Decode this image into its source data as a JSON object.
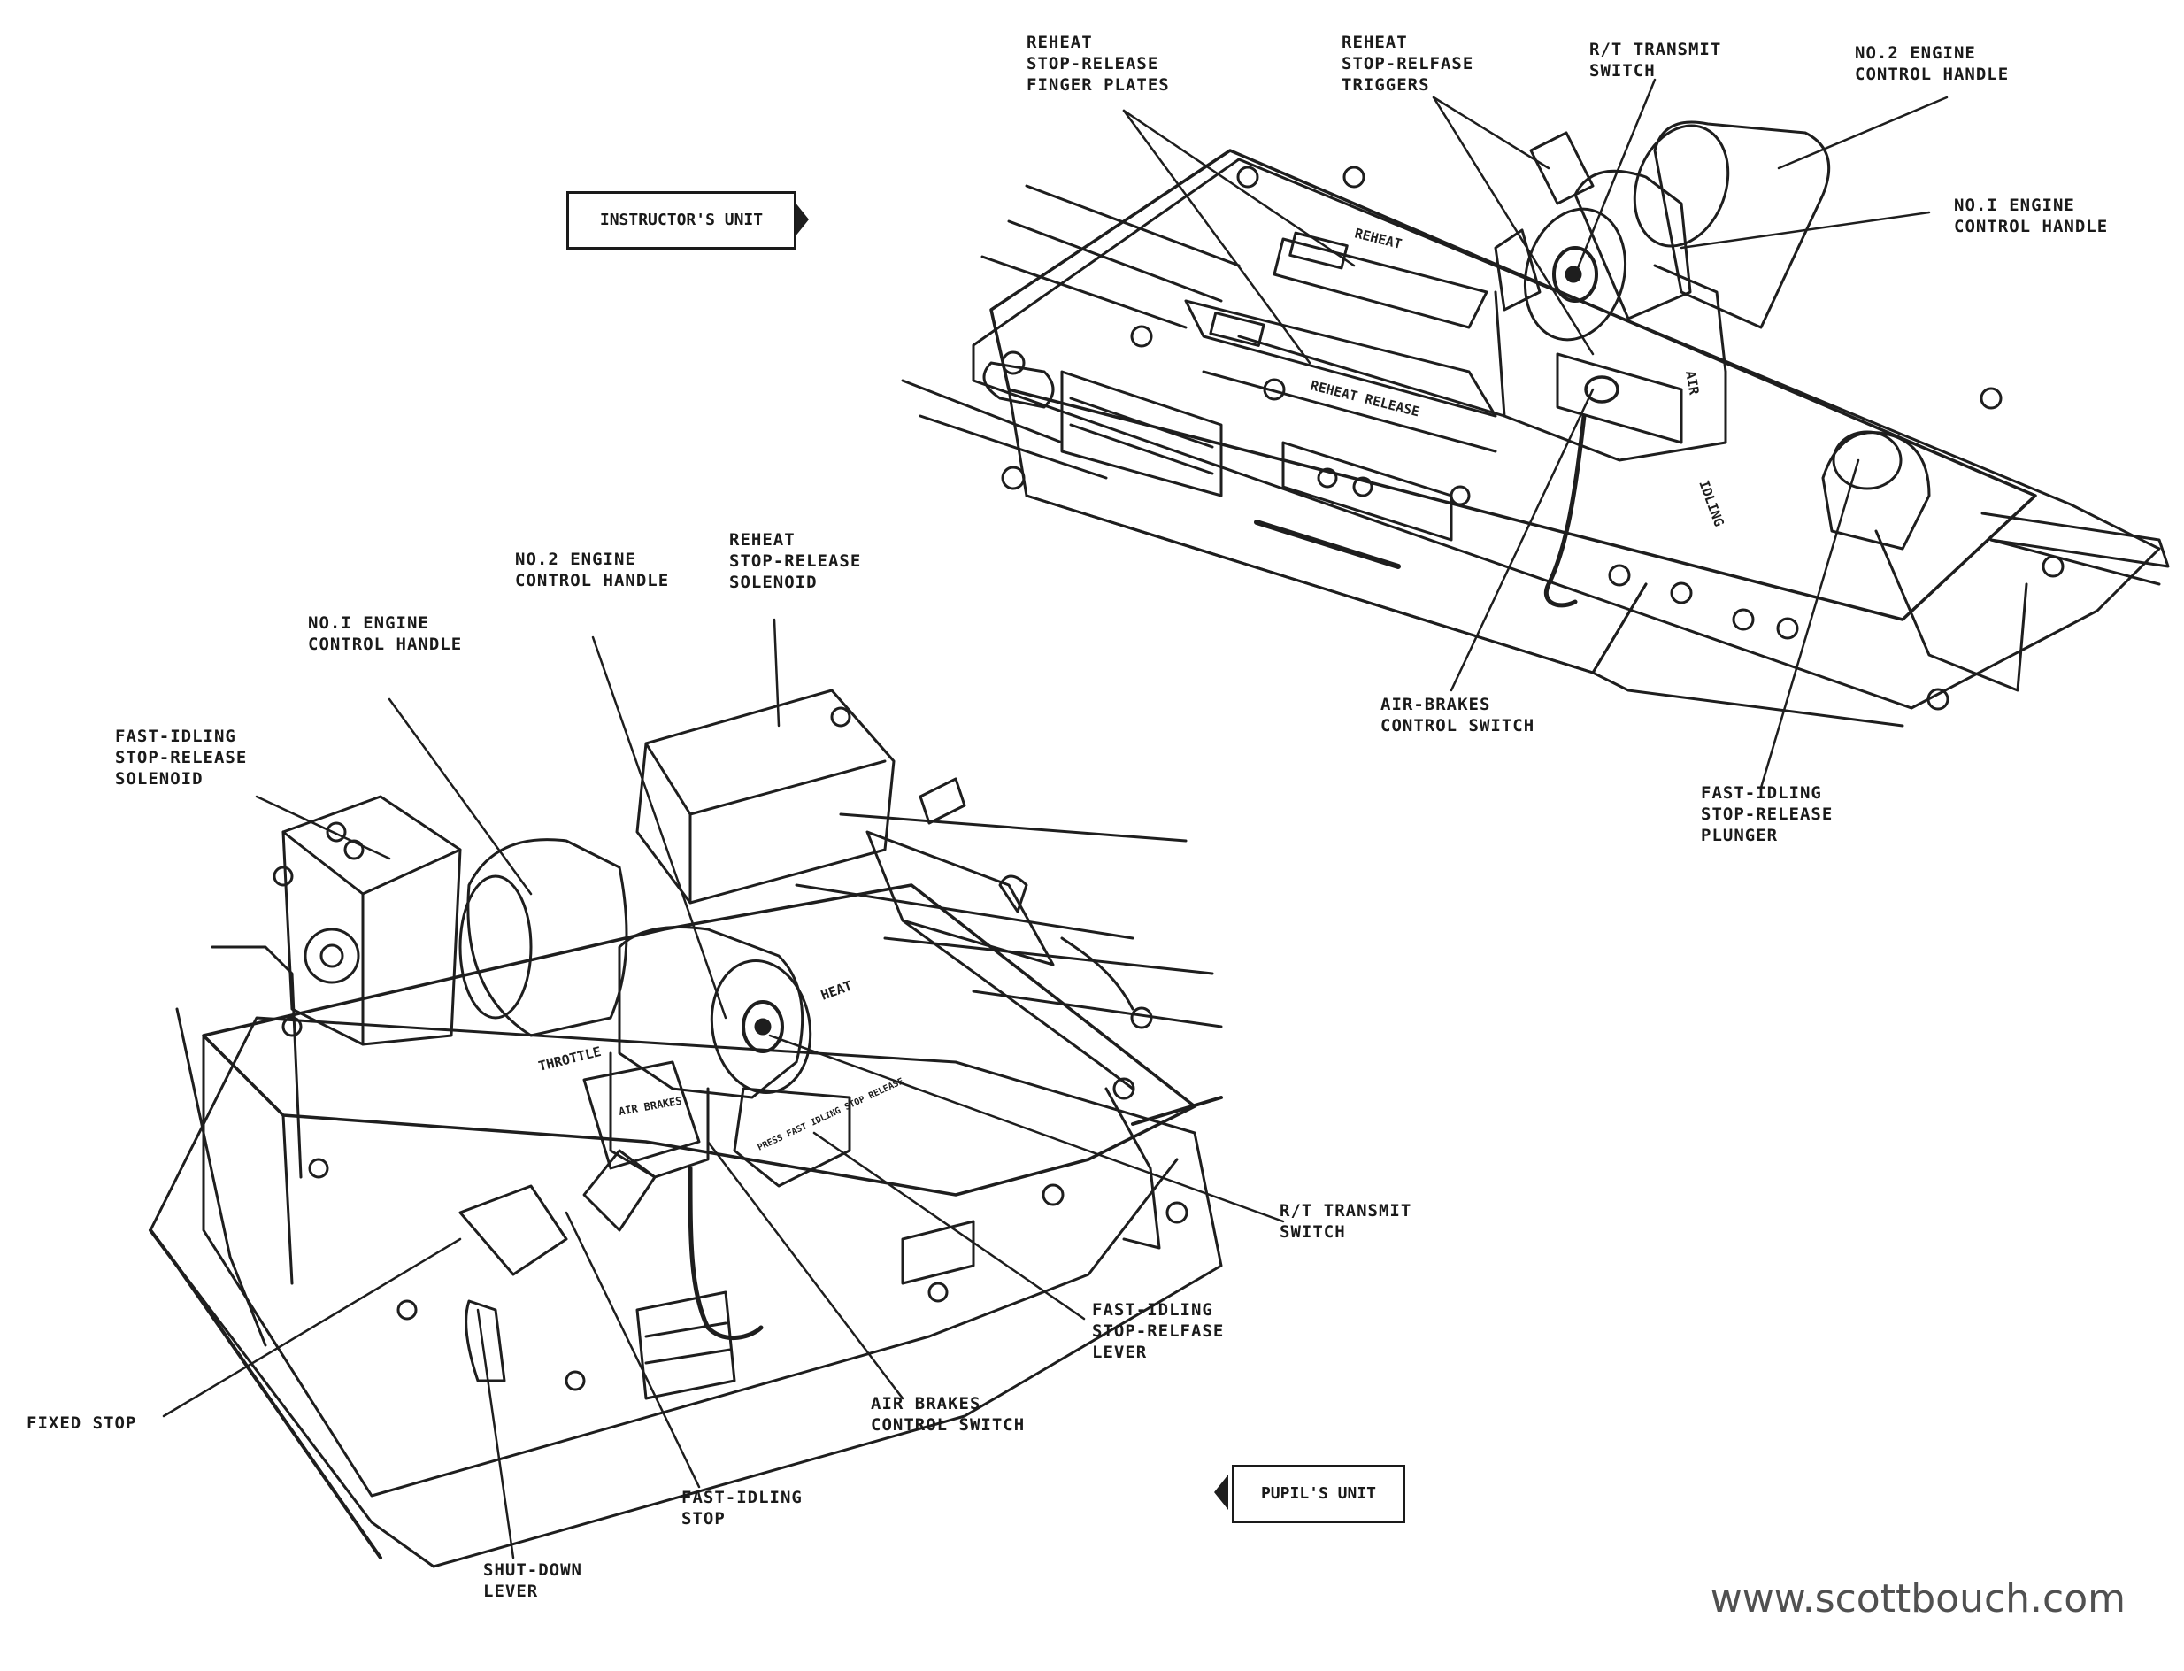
{
  "instructor_unit": {
    "tag": "INSTRUCTOR'S UNIT",
    "labels": {
      "reheat_finger_plates": [
        "REHEAT",
        "STOP-RELEASE",
        "FINGER PLATES"
      ],
      "reheat_triggers": [
        "REHEAT",
        "STOP-RELFASE",
        "TRIGGERS"
      ],
      "rt_switch": [
        "R/T TRANSMIT",
        "SWITCH"
      ],
      "no2_handle": [
        "NO.2 ENGINE",
        "CONTROL HANDLE"
      ],
      "no1_handle": [
        "NO.I ENGINE",
        "CONTROL HANDLE"
      ],
      "air_brakes_switch": [
        "AIR-BRAKES",
        "CONTROL SWITCH"
      ],
      "fast_idling_plunger": [
        "FAST-IDLING",
        "STOP-RELEASE",
        "PLUNGER"
      ]
    },
    "panel_text": {
      "reheat": "REHEAT",
      "reheat_release": "REHEAT RELEASE",
      "idling": "IDLING",
      "air": "AIR"
    }
  },
  "pupil_unit": {
    "tag": "PUPIL'S UNIT",
    "labels": {
      "reheat_solenoid": [
        "REHEAT",
        "STOP-RELEASE",
        "SOLENOID"
      ],
      "no2_handle": [
        "NO.2 ENGINE",
        "CONTROL HANDLE"
      ],
      "no1_handle": [
        "NO.I ENGINE",
        "CONTROL HANDLE"
      ],
      "fast_idling_solenoid": [
        "FAST-IDLING",
        "STOP-RELEASE",
        "SOLENOID"
      ],
      "rt_switch": [
        "R/T TRANSMIT",
        "SWITCH"
      ],
      "fast_idling_lever": [
        "FAST-IDLING",
        "STOP-RELFASE",
        "LEVER"
      ],
      "air_brakes_switch": [
        "AIR BRAKES",
        "CONTROL SWITCH"
      ],
      "fast_idling_stop": [
        "FAST-IDLING",
        "STOP"
      ],
      "shut_down_lever": [
        "SHUT-DOWN",
        "LEVER"
      ],
      "fixed_stop": [
        "FIXED STOP"
      ]
    },
    "panel_text": {
      "throttle": "THROTTLE",
      "heat": "HEAT",
      "air_brakes": "AIR BRAKES",
      "press_release": "PRESS FAST IDLING STOP RELEASE"
    }
  },
  "watermark": "www.scottbouch.com"
}
